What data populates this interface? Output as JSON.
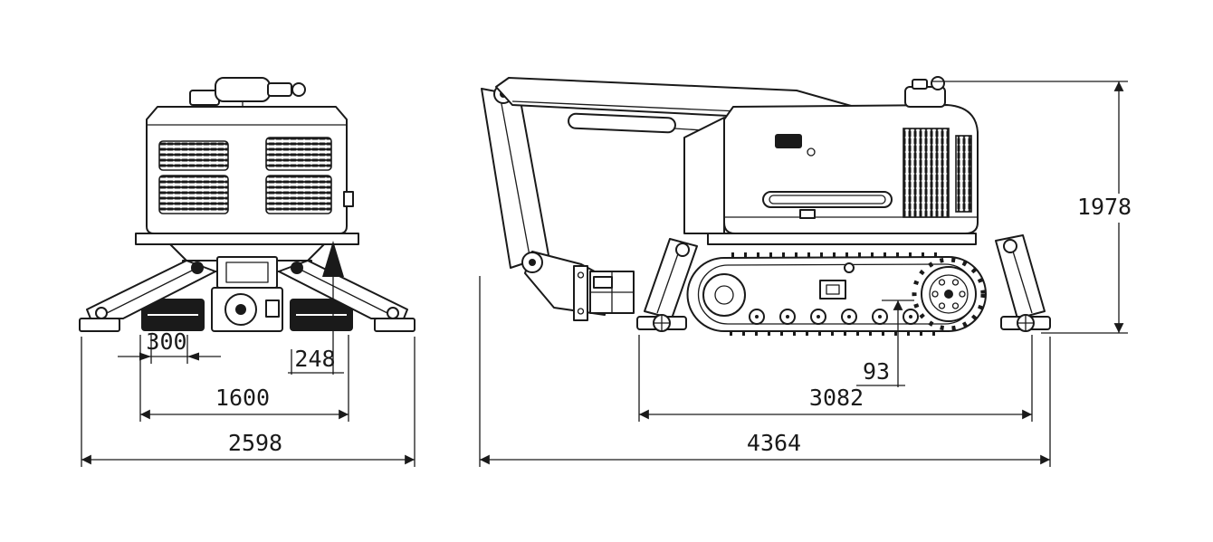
{
  "views": {
    "front": {
      "dims": {
        "pad_spacing": "300",
        "outrigger_offset": "248",
        "track_width": "1600",
        "overall_width": "2598"
      }
    },
    "side": {
      "dims": {
        "ground_clearance": "93",
        "track_length": "3082",
        "overall_length": "4364",
        "overall_height": "1978"
      }
    }
  }
}
